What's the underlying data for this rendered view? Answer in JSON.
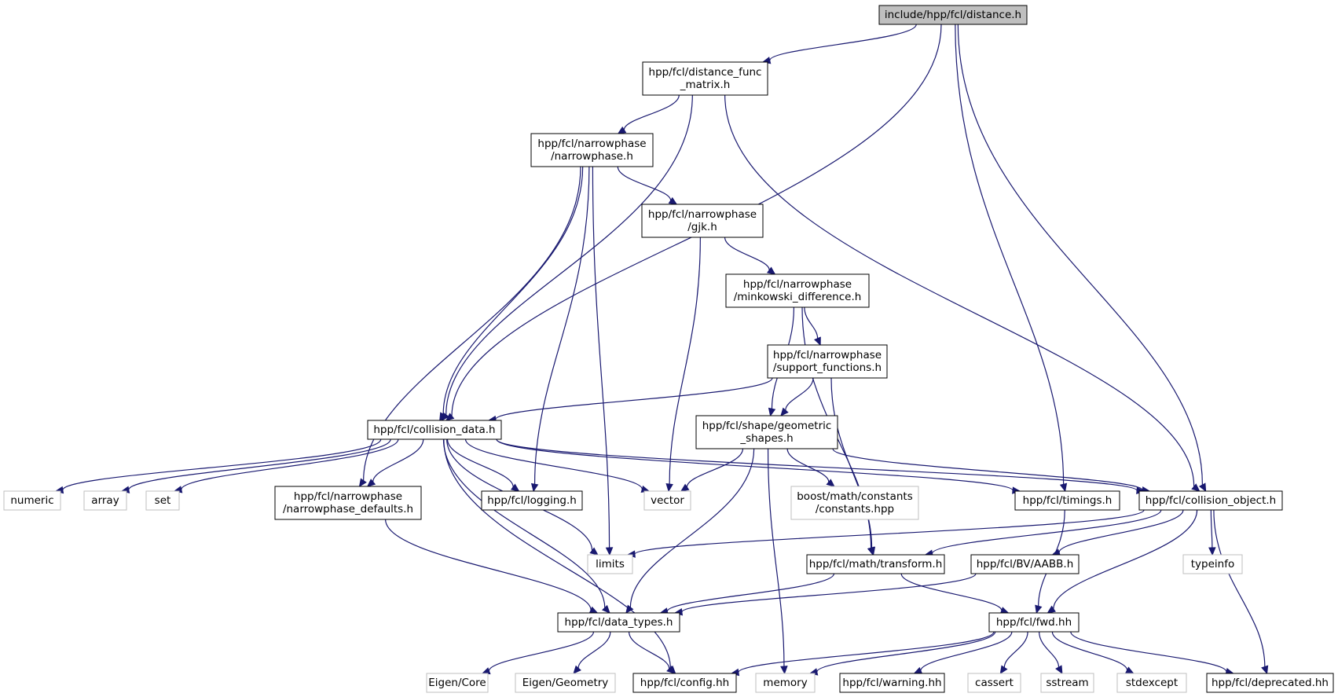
{
  "diagram": {
    "colors": {
      "edge": "#191970",
      "root_fill": "#bfbfbf",
      "node_border": "#000000",
      "external_border": "#bfbfbf",
      "external_text": "#000000"
    },
    "nodes": [
      {
        "id": "distance_h",
        "lines": [
          "include/hpp/fcl/distance.h"
        ],
        "kind": "root"
      },
      {
        "id": "distance_func_matrix",
        "lines": [
          "hpp/fcl/distance_func",
          "_matrix.h"
        ],
        "kind": "file"
      },
      {
        "id": "narrowphase",
        "lines": [
          "hpp/fcl/narrowphase",
          "/narrowphase.h"
        ],
        "kind": "file"
      },
      {
        "id": "gjk",
        "lines": [
          "hpp/fcl/narrowphase",
          "/gjk.h"
        ],
        "kind": "file"
      },
      {
        "id": "minkowski",
        "lines": [
          "hpp/fcl/narrowphase",
          "/minkowski_difference.h"
        ],
        "kind": "file"
      },
      {
        "id": "support_functions",
        "lines": [
          "hpp/fcl/narrowphase",
          "/support_functions.h"
        ],
        "kind": "file"
      },
      {
        "id": "geometric_shapes",
        "lines": [
          "hpp/fcl/shape/geometric",
          "_shapes.h"
        ],
        "kind": "file"
      },
      {
        "id": "collision_data",
        "lines": [
          "hpp/fcl/collision_data.h"
        ],
        "kind": "file"
      },
      {
        "id": "numeric",
        "lines": [
          "numeric"
        ],
        "kind": "external"
      },
      {
        "id": "array",
        "lines": [
          "array"
        ],
        "kind": "external"
      },
      {
        "id": "set",
        "lines": [
          "set"
        ],
        "kind": "external"
      },
      {
        "id": "narrowphase_defaults",
        "lines": [
          "hpp/fcl/narrowphase",
          "/narrowphase_defaults.h"
        ],
        "kind": "file"
      },
      {
        "id": "logging",
        "lines": [
          "hpp/fcl/logging.h"
        ],
        "kind": "file"
      },
      {
        "id": "vector",
        "lines": [
          "vector"
        ],
        "kind": "external"
      },
      {
        "id": "boost_constants",
        "lines": [
          "boost/math/constants",
          "/constants.hpp"
        ],
        "kind": "external"
      },
      {
        "id": "timings",
        "lines": [
          "hpp/fcl/timings.h"
        ],
        "kind": "file"
      },
      {
        "id": "collision_object",
        "lines": [
          "hpp/fcl/collision_object.h"
        ],
        "kind": "file"
      },
      {
        "id": "limits",
        "lines": [
          "limits"
        ],
        "kind": "external"
      },
      {
        "id": "transform",
        "lines": [
          "hpp/fcl/math/transform.h"
        ],
        "kind": "file"
      },
      {
        "id": "aabb",
        "lines": [
          "hpp/fcl/BV/AABB.h"
        ],
        "kind": "file"
      },
      {
        "id": "typeinfo",
        "lines": [
          "typeinfo"
        ],
        "kind": "external"
      },
      {
        "id": "data_types",
        "lines": [
          "hpp/fcl/data_types.h"
        ],
        "kind": "file"
      },
      {
        "id": "fwd",
        "lines": [
          "hpp/fcl/fwd.hh"
        ],
        "kind": "file"
      },
      {
        "id": "eigen_core",
        "lines": [
          "Eigen/Core"
        ],
        "kind": "external"
      },
      {
        "id": "eigen_geometry",
        "lines": [
          "Eigen/Geometry"
        ],
        "kind": "external"
      },
      {
        "id": "config",
        "lines": [
          "hpp/fcl/config.hh"
        ],
        "kind": "file"
      },
      {
        "id": "memory",
        "lines": [
          "memory"
        ],
        "kind": "external"
      },
      {
        "id": "warning",
        "lines": [
          "hpp/fcl/warning.hh"
        ],
        "kind": "file"
      },
      {
        "id": "cassert",
        "lines": [
          "cassert"
        ],
        "kind": "external"
      },
      {
        "id": "sstream",
        "lines": [
          "sstream"
        ],
        "kind": "external"
      },
      {
        "id": "stdexcept",
        "lines": [
          "stdexcept"
        ],
        "kind": "external"
      },
      {
        "id": "deprecated",
        "lines": [
          "hpp/fcl/deprecated.hh"
        ],
        "kind": "file"
      }
    ],
    "edges": [
      {
        "from": "distance_h",
        "to": "collision_data"
      },
      {
        "from": "distance_h",
        "to": "distance_func_matrix"
      },
      {
        "from": "distance_h",
        "to": "timings"
      },
      {
        "from": "distance_h",
        "to": "collision_object"
      },
      {
        "from": "distance_func_matrix",
        "to": "collision_data"
      },
      {
        "from": "distance_func_matrix",
        "to": "narrowphase"
      },
      {
        "from": "distance_func_matrix",
        "to": "collision_object"
      },
      {
        "from": "narrowphase",
        "to": "collision_data"
      },
      {
        "from": "narrowphase",
        "to": "narrowphase_defaults"
      },
      {
        "from": "narrowphase",
        "to": "logging"
      },
      {
        "from": "narrowphase",
        "to": "limits"
      },
      {
        "from": "narrowphase",
        "to": "gjk"
      },
      {
        "from": "gjk",
        "to": "vector"
      },
      {
        "from": "gjk",
        "to": "minkowski"
      },
      {
        "from": "minkowski",
        "to": "geometric_shapes"
      },
      {
        "from": "minkowski",
        "to": "support_functions"
      },
      {
        "from": "minkowski",
        "to": "transform"
      },
      {
        "from": "support_functions",
        "to": "collision_data"
      },
      {
        "from": "support_functions",
        "to": "geometric_shapes"
      },
      {
        "from": "support_functions",
        "to": "transform"
      },
      {
        "from": "geometric_shapes",
        "to": "vector"
      },
      {
        "from": "geometric_shapes",
        "to": "boost_constants"
      },
      {
        "from": "geometric_shapes",
        "to": "collision_object"
      },
      {
        "from": "geometric_shapes",
        "to": "data_types"
      },
      {
        "from": "geometric_shapes",
        "to": "memory"
      },
      {
        "from": "collision_data",
        "to": "numeric"
      },
      {
        "from": "collision_data",
        "to": "array"
      },
      {
        "from": "collision_data",
        "to": "set"
      },
      {
        "from": "collision_data",
        "to": "narrowphase_defaults"
      },
      {
        "from": "collision_data",
        "to": "logging"
      },
      {
        "from": "collision_data",
        "to": "vector"
      },
      {
        "from": "collision_data",
        "to": "timings"
      },
      {
        "from": "collision_data",
        "to": "collision_object"
      },
      {
        "from": "collision_data",
        "to": "limits"
      },
      {
        "from": "collision_data",
        "to": "data_types"
      },
      {
        "from": "collision_data",
        "to": "config"
      },
      {
        "from": "narrowphase_defaults",
        "to": "data_types"
      },
      {
        "from": "timings",
        "to": "fwd"
      },
      {
        "from": "collision_object",
        "to": "limits"
      },
      {
        "from": "collision_object",
        "to": "transform"
      },
      {
        "from": "collision_object",
        "to": "aabb"
      },
      {
        "from": "collision_object",
        "to": "typeinfo"
      },
      {
        "from": "collision_object",
        "to": "fwd"
      },
      {
        "from": "collision_object",
        "to": "deprecated"
      },
      {
        "from": "transform",
        "to": "data_types"
      },
      {
        "from": "transform",
        "to": "fwd"
      },
      {
        "from": "aabb",
        "to": "data_types"
      },
      {
        "from": "data_types",
        "to": "eigen_core"
      },
      {
        "from": "data_types",
        "to": "eigen_geometry"
      },
      {
        "from": "data_types",
        "to": "config"
      },
      {
        "from": "fwd",
        "to": "config"
      },
      {
        "from": "fwd",
        "to": "memory"
      },
      {
        "from": "fwd",
        "to": "warning"
      },
      {
        "from": "fwd",
        "to": "cassert"
      },
      {
        "from": "fwd",
        "to": "sstream"
      },
      {
        "from": "fwd",
        "to": "stdexcept"
      },
      {
        "from": "fwd",
        "to": "deprecated"
      }
    ]
  }
}
